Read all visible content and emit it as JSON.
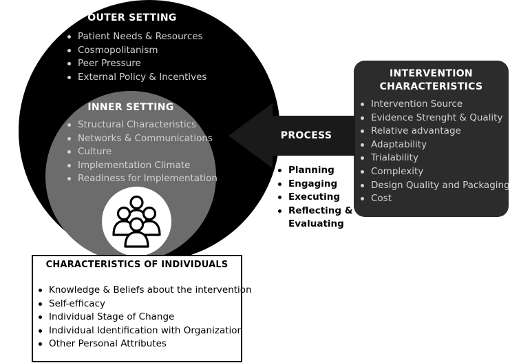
{
  "outer_setting": {
    "title": "OUTER SETTING",
    "items": [
      "Patient Needs & Resources",
      "Cosmopolitanism",
      "Peer Pressure",
      "External Policy & Incentives"
    ]
  },
  "inner_setting": {
    "title": "INNER SETTING",
    "items": [
      "Structural Characteristics",
      "Networks & Communications",
      "Culture",
      "Implementation Climate",
      "Readiness for Implementation"
    ]
  },
  "intervention": {
    "title_line1": "INTERVENTION",
    "title_line2": "CHARACTERISTICS",
    "items": [
      "Intervention Source",
      "Evidence Strenght & Quality",
      "Relative advantage",
      "Adaptability",
      "Trialability",
      "Complexity",
      "Design Quality and Packaging",
      "Cost"
    ]
  },
  "process": {
    "title": "PROCESS",
    "items": [
      "Planning",
      "Engaging",
      "Executing",
      "Reflecting &",
      "Evaluating"
    ]
  },
  "individuals": {
    "title": "CHARACTERISTICS OF INDIVIDUALS",
    "items": [
      "Knowledge & Beliefs about the intervention",
      "Self-efficacy",
      "Individual Stage of Change",
      "Individual Identification with Organization",
      "Other Personal Attributes"
    ]
  },
  "icons": {
    "people": "group-of-people-icon",
    "arrow": "left-arrow-icon"
  },
  "colors": {
    "outer": "#000000",
    "inner": "#6c6c6c",
    "intervention_box": "#2c2c2c",
    "list_text": "#d2d2d2"
  }
}
